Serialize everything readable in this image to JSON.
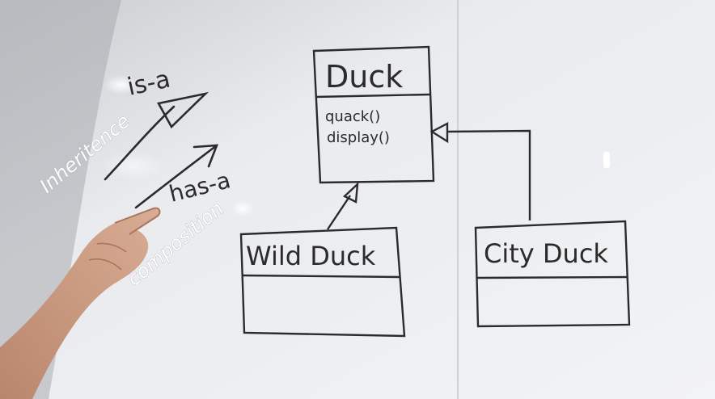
{
  "board": {
    "overlay_labels": {
      "inheritance": "Inheritence",
      "composition": "composition"
    },
    "handwritten": {
      "is_a": "is-a",
      "has_a": "has-a"
    }
  },
  "uml": {
    "duck": {
      "name": "Duck",
      "methods": [
        "quack()",
        "display()"
      ]
    },
    "wild_duck": {
      "name": "Wild Duck"
    },
    "city_duck": {
      "name": "City Duck"
    }
  },
  "colors": {
    "board": "#eceef0",
    "ink": "#2b2b2b",
    "overlay_text": "#ffffff",
    "skin": "#c99a80"
  }
}
